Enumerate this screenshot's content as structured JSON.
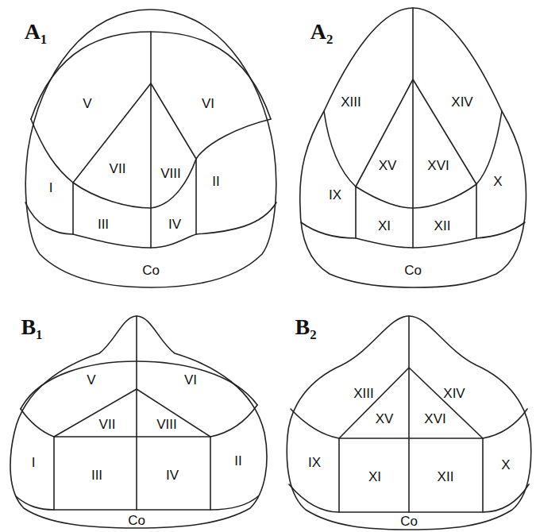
{
  "diagram": {
    "labels": [
      "A₁",
      "V",
      "VI",
      "VII",
      "VIII",
      "I",
      "II",
      "III",
      "IV",
      "Co",
      "A₂",
      "XIII",
      "XIV",
      "XV",
      "XVI",
      "IX",
      "X",
      "XI",
      "XII",
      "Co",
      "B₁",
      "V",
      "VI",
      "VII",
      "VIII",
      "I",
      "II",
      "III",
      "IV",
      "Co",
      "B₂",
      "XIII",
      "XIV",
      "XV",
      "XVI",
      "IX",
      "X",
      "XI",
      "XII",
      "Co"
    ]
  }
}
